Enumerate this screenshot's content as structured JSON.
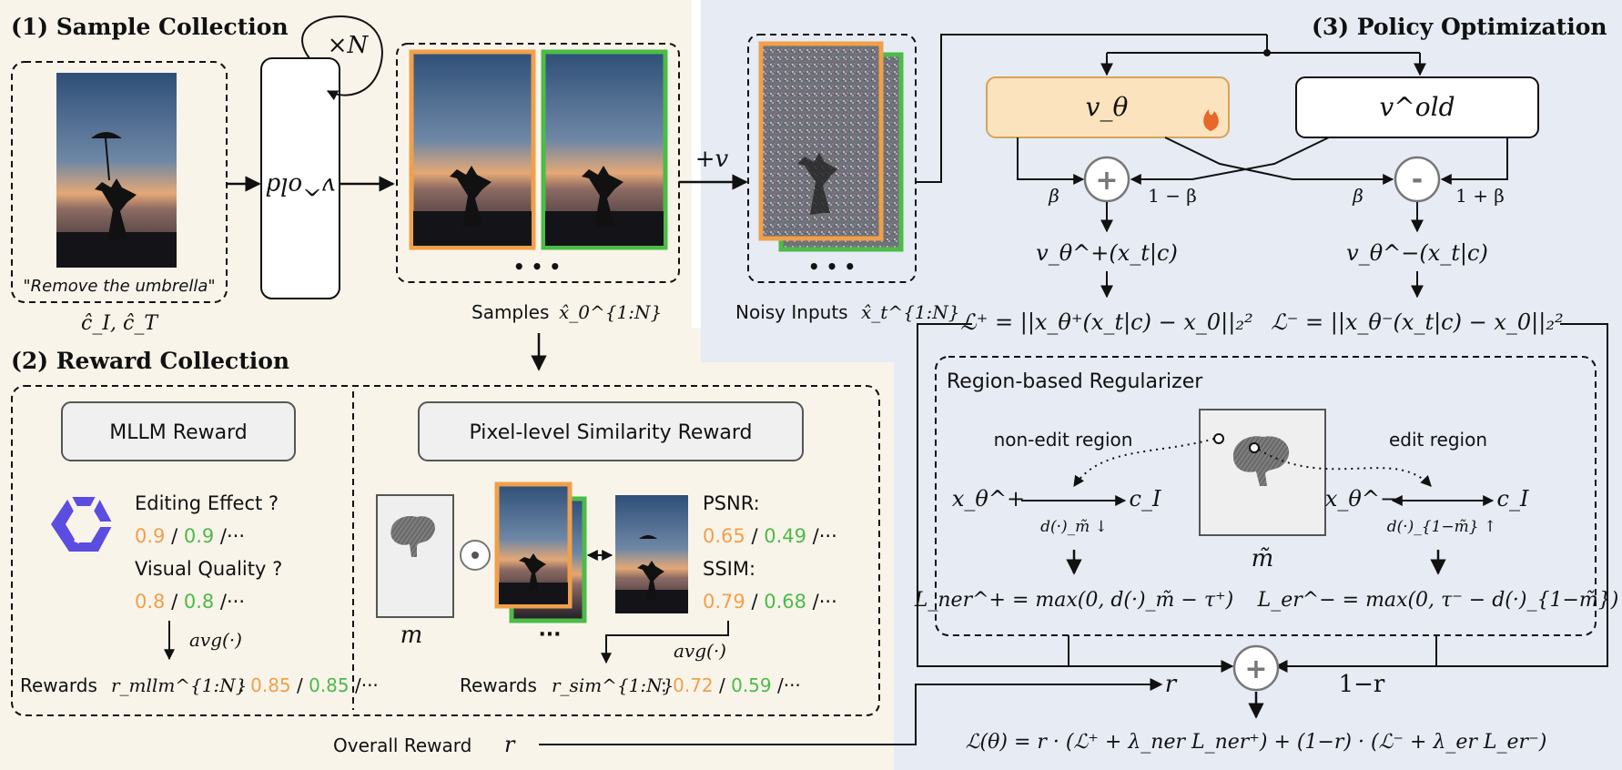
{
  "sections": {
    "sample": "(1) Sample Collection",
    "reward": "(2) Reward Collection",
    "policy": "(3) Policy Optimization"
  },
  "sample": {
    "prompt": "\"Remove the umbrella\"",
    "inputs": "ĉ_I, ĉ_T",
    "model": "v^old",
    "repeat": "×N",
    "samples_label": "Samples",
    "samples_sym": "x̂_0^{1:N}",
    "plus_v": "+v",
    "noisy_label": "Noisy Inputs",
    "noisy_sym": "x̂_t^{1:N}",
    "ellipsis": "• • •"
  },
  "reward": {
    "mllm_title": "MLLM Reward",
    "editing_effect": "Editing Effect ?",
    "ee_a": "0.9",
    "ee_b": "0.9",
    "visual_quality": "Visual Quality ?",
    "vq_a": "0.8",
    "vq_b": "0.8",
    "sep": " / ",
    "tail": " /···",
    "avg": "avg(·)",
    "rewards_label": "Rewards",
    "r_mllm": "r_mllm^{1:N}",
    "rm_a": "0.85",
    "rm_b": "0.85",
    "pixel_title": "Pixel-level Similarity Reward",
    "mask_sym": "m",
    "odot": "⊙",
    "psnr": "PSNR:",
    "psnr_a": "0.65",
    "psnr_b": "0.49",
    "ssim": "SSIM:",
    "ssim_a": "0.79",
    "ssim_b": "0.68",
    "r_sim": "r_sim^{1:N}",
    "rs_a": "0.72",
    "rs_b": "0.59",
    "dots": "···",
    "overall_label": "Overall Reward",
    "overall_sym": "r"
  },
  "policy": {
    "v_theta": "v_θ",
    "v_old": "v^old",
    "beta": "β",
    "one_minus_beta": "1 − β",
    "one_plus_beta": "1 + β",
    "plus": "+",
    "minus": "-",
    "v_plus": "v_θ^+(x_t|c)",
    "v_minus": "v_θ^−(x_t|c)",
    "L_plus": "ℒ⁺ = ||x_θ⁺(x_t|c) − x_0||₂²",
    "L_minus": "ℒ⁻ = ||x_θ⁻(x_t|c) − x_0||₂²",
    "regularizer": "Region-based Regularizer",
    "non_edit": "non-edit region",
    "edit": "edit region",
    "x_plus": "x_θ^+",
    "x_minus": "x_θ^−",
    "c_I": "c_I",
    "d_ner": "d(·)_m̃ ↓",
    "d_er": "d(·)_{1−m̃} ↑",
    "m_tilde": "m̃",
    "L_ner": "L_ner^+ = max(0, d(·)_m̃ − τ⁺)",
    "L_er": "L_er^− = max(0, τ⁻ − d(·)_{1−m̃})",
    "r": "r",
    "one_minus_r": "1−r",
    "final": "ℒ(θ) = r · (ℒ⁺ + λ_ner L_ner⁺) + (1−r) · (ℒ⁻ + λ_er L_er⁻)"
  },
  "colors": {
    "orange": "#f0a04b",
    "green": "#4cbb47",
    "cream": "#f8f4ea",
    "blue_panel": "#e6ebf4",
    "vtheta_fill": "#fbe3bd",
    "vtheta_stroke": "#d6a35a"
  }
}
